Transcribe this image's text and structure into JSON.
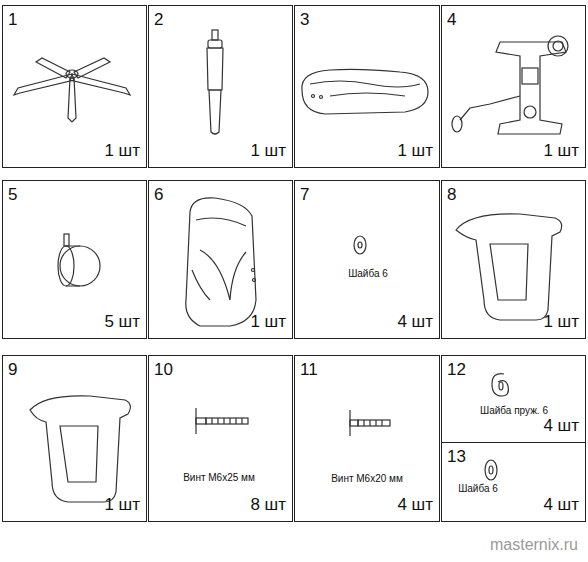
{
  "diagram": {
    "nodes": [
      {
        "text": [
          "1",
          "1 шт"
        ]
      },
      {
        "text": [
          "2",
          "1 шт"
        ]
      },
      {
        "text": [
          "3",
          "1 шт"
        ]
      },
      {
        "text": [
          "4",
          "1 шт"
        ]
      },
      {
        "text": [
          "5",
          "5 шт"
        ]
      },
      {
        "text": [
          "6",
          "1 шт"
        ]
      },
      {
        "text": [
          "7",
          "Шайба 6",
          "4 шт"
        ]
      },
      {
        "text": [
          "8",
          "1 шт"
        ]
      },
      {
        "text": [
          "9",
          "1 шт"
        ]
      },
      {
        "text": [
          "10",
          "Винт М6х25 мм",
          "8 шт"
        ]
      },
      {
        "text": [
          "11",
          "Винт М6х20 мм",
          "4 шт"
        ]
      },
      {
        "text": [
          "12",
          "Шайба пруж. 6",
          "4 шт"
        ]
      },
      {
        "text": [
          "13",
          "Шайба 6",
          "4 шт"
        ]
      }
    ],
    "labels": [
      "masternix.ru"
    ]
  }
}
